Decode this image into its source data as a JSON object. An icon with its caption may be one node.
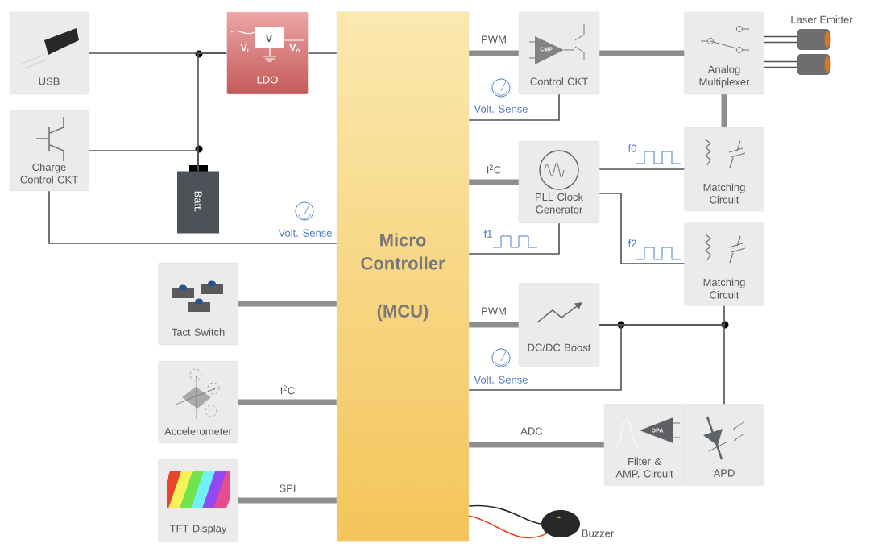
{
  "diagram": {
    "nodes": [
      {
        "text": [
          "USB"
        ]
      },
      {
        "text": [
          "LDO"
        ]
      },
      {
        "text": [
          "Micro Controller",
          "(MCU)"
        ]
      },
      {
        "text": [
          "Charge Control CKT"
        ]
      },
      {
        "text": [
          "Batt."
        ]
      },
      {
        "text": [
          "Tact Switch"
        ]
      },
      {
        "text": [
          "Accelerometer"
        ]
      },
      {
        "text": [
          "TFT Display"
        ]
      },
      {
        "text": [
          "Control CKT"
        ]
      },
      {
        "text": [
          "Analog Multiplexer"
        ]
      },
      {
        "text": [],
        "shape": "cylinder"
      },
      {
        "text": [],
        "shape": "cylinder"
      },
      {
        "text": [
          "PLL Clock Generator"
        ]
      },
      {
        "text": [
          "Matching Circuit"
        ]
      },
      {
        "text": [
          "Matching Circuit"
        ]
      },
      {
        "text": [
          "DC/DC Boost"
        ]
      },
      {
        "text": [
          "Filter & AMP. Circuit"
        ]
      },
      {
        "text": [
          "APD"
        ]
      },
      {
        "text": [
          "Buzzer"
        ]
      }
    ],
    "edges": [
      {
        "from": 0,
        "to": 1,
        "arrow": "none"
      },
      {
        "from": 4,
        "to": 1,
        "arrow": "none"
      },
      {
        "from": 3,
        "to": 4,
        "arrow": "none"
      },
      {
        "from": 1,
        "to": 2,
        "arrow": "none"
      },
      {
        "from": 3,
        "to": 2,
        "arrow": "none",
        "label": "Volt. Sense"
      },
      {
        "from": 5,
        "to": 2,
        "arrow": "none",
        "style": "thick"
      },
      {
        "from": 6,
        "to": 2,
        "arrow": "none",
        "style": "thick",
        "label": "I$^{2}$C"
      },
      {
        "from": 7,
        "to": 2,
        "arrow": "none",
        "style": "thick",
        "label": "SPI"
      },
      {
        "from": 2,
        "to": 8,
        "arrow": "none",
        "style": "thick",
        "label": "PWM"
      },
      {
        "from": 8,
        "to": 2,
        "arrow": "none",
        "label": "Volt. Sense"
      },
      {
        "from": 8,
        "to": 9,
        "arrow": "none",
        "style": "thick"
      },
      {
        "from": 9,
        "to": 10,
        "arrow": "none"
      },
      {
        "from": 9,
        "to": 11,
        "arrow": "none"
      },
      {
        "from": 9,
        "to": 13,
        "arrow": "none",
        "style": "thick"
      },
      {
        "from": 2,
        "to": 12,
        "arrow": "none",
        "style": "thick",
        "label": "I$^{2}$C"
      },
      {
        "from": 12,
        "to": 13,
        "arrow": "none",
        "label": "f0"
      },
      {
        "from": 12,
        "to": 2,
        "arrow": "none",
        "label": "f1"
      },
      {
        "from": 12,
        "to": 14,
        "arrow": "none",
        "label": "f2"
      },
      {
        "from": 2,
        "to": 15,
        "arrow": "none",
        "style": "thick",
        "label": "PWM"
      },
      {
        "from": 15,
        "to": 2,
        "arrow": "none",
        "label": "Volt. Sense"
      },
      {
        "from": 15,
        "to": 14,
        "arrow": "none"
      },
      {
        "from": 15,
        "to": 17,
        "arrow": "none"
      },
      {
        "from": 2,
        "to": 16,
        "arrow": "none",
        "style": "thick",
        "label": "ADC"
      },
      {
        "from": 2,
        "to": 18,
        "arrow": "none",
        "color": "#2b2b2b"
      },
      {
        "from": 2,
        "to": 18,
        "arrow": "none",
        "color": "#e8401c"
      },
      {
        "from": 9,
        "to": 10,
        "arrow": "none"
      },
      {
        "from": 9,
        "to": 11,
        "arrow": "none"
      }
    ],
    "labels": [
      "Laser Emitter",
      "V",
      "V$_{i}$",
      "V$_{o}$",
      "CMP",
      "OPA"
    ]
  }
}
